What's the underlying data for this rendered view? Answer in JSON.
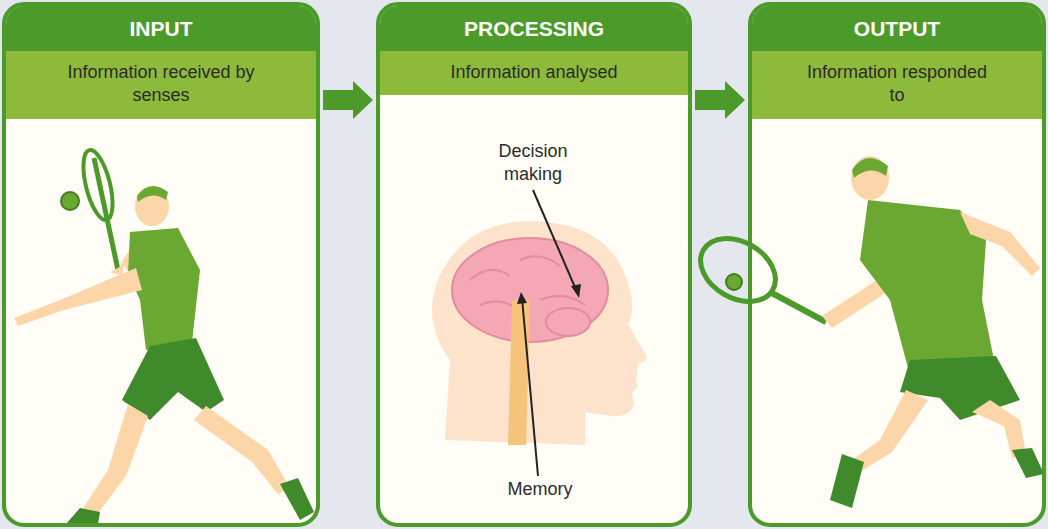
{
  "diagram": {
    "nodes": [
      {
        "text": [
          "INPUT",
          "Information received by senses"
        ]
      },
      {
        "text": [
          "PROCESSING",
          "Information analysed"
        ]
      },
      {
        "text": [
          "OUTPUT",
          "Information responded to"
        ]
      }
    ],
    "edges": [
      {
        "from": 0,
        "to": 1,
        "arrow": "to"
      },
      {
        "from": 1,
        "to": 2,
        "arrow": "to"
      }
    ],
    "labels": [
      "Decision making",
      "Memory"
    ]
  }
}
